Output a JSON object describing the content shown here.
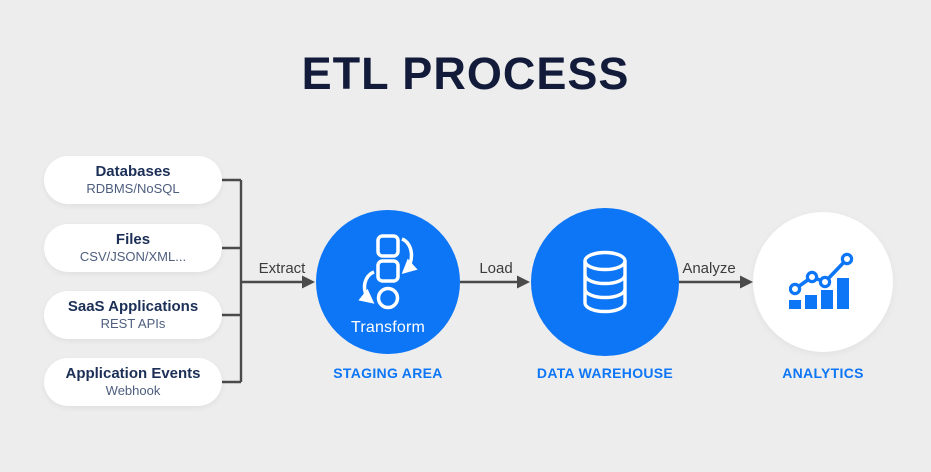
{
  "title": "ETL PROCESS",
  "colors": {
    "background": "#ededed",
    "title_navy": "#131b3a",
    "accent_blue": "#0d76f6",
    "connector_gray": "#4a4a4a",
    "pill_name_navy": "#1c2f57",
    "pill_detail_slate": "#4d5e7e"
  },
  "sources": [
    {
      "name": "Databases",
      "detail": "RDBMS/NoSQL"
    },
    {
      "name": "Files",
      "detail": "CSV/JSON/XML..."
    },
    {
      "name": "SaaS Applications",
      "detail": "REST APIs"
    },
    {
      "name": "Application Events",
      "detail": "Webhook"
    }
  ],
  "arrows": [
    {
      "label": "Extract"
    },
    {
      "label": "Load"
    },
    {
      "label": "Analyze"
    }
  ],
  "stages": [
    {
      "circle_text": "Transform",
      "caption": "STAGING AREA",
      "icon": "transform-icon"
    },
    {
      "circle_text": "",
      "caption": "DATA WAREHOUSE",
      "icon": "database-icon"
    },
    {
      "circle_text": "",
      "caption": "ANALYTICS",
      "icon": "analytics-chart-icon"
    }
  ]
}
